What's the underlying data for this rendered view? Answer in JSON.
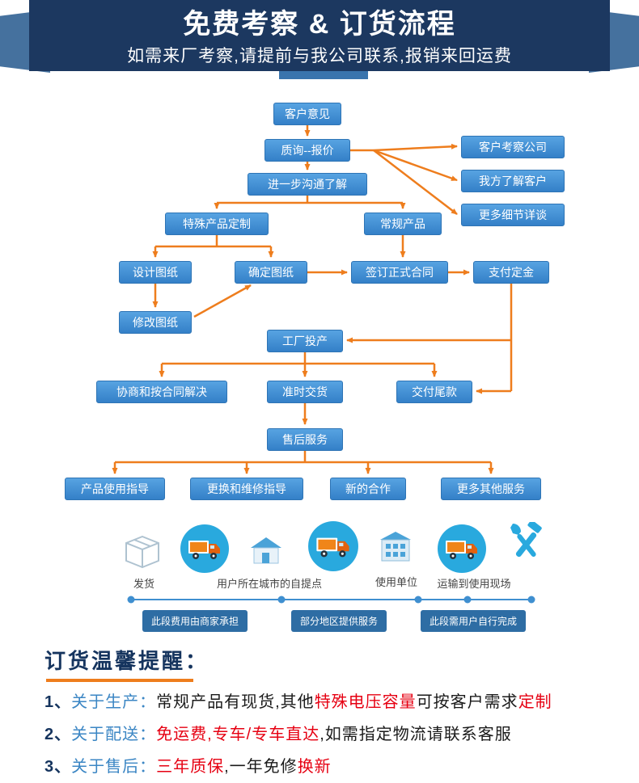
{
  "header": {
    "title": "免费考察 & 订货流程",
    "subtitle": "如需来厂考察,请提前与我公司联系,报销来回运费",
    "band_color": "#1c3860",
    "ribbon_color": "#45719e"
  },
  "flow": {
    "arrow_color": "#ee7d1d",
    "box_color": "#3e8fd4",
    "nodes": {
      "customer_feedback": "客户意见",
      "inquiry_quote": "质询--报价",
      "further_communication": "进一步沟通了解",
      "visit_company": "客户考察公司",
      "know_customer": "我方了解客户",
      "more_details": "更多细节详谈",
      "custom_product": "特殊产品定制",
      "regular_product": "常规产品",
      "design_drawing": "设计图纸",
      "confirm_drawing": "确定图纸",
      "sign_contract": "签订正式合同",
      "pay_deposit": "支付定金",
      "modify_drawing": "修改图纸",
      "factory_production": "工厂投产",
      "negotiate_resolve": "协商和按合同解决",
      "ontime_delivery": "准时交货",
      "pay_balance": "交付尾款",
      "aftersales_service": "售后服务",
      "usage_guidance": "产品使用指导",
      "repair_guidance": "更换和维修指导",
      "new_cooperation": "新的合作",
      "more_services": "更多其他服务"
    }
  },
  "logistics": {
    "accent_color": "#29a9de",
    "labels": {
      "ship": "发货",
      "pickup_point": "用户所在城市的自提点",
      "use_unit": "使用单位",
      "transport_site": "运输到使用现场"
    },
    "timeline_tags": {
      "merchant_cost": "此段费用由商家承担",
      "partial_service": "部分地区提供服务",
      "user_complete": "此段需用户自行完成"
    }
  },
  "reminder": {
    "title": "订货温馨提醒：",
    "accent_color": "#ee7d1d",
    "red_color": "#e60012",
    "items": [
      {
        "num": "1、",
        "label": "关于生产：",
        "segments": [
          {
            "t": "常规产品有现货,其他",
            "c": "dark"
          },
          {
            "t": "特殊电压容量",
            "c": "red"
          },
          {
            "t": "可按客户需求",
            "c": "dark"
          },
          {
            "t": "定制",
            "c": "red"
          }
        ]
      },
      {
        "num": "2、",
        "label": "关于配送：",
        "segments": [
          {
            "t": "免运费,专车/专车直达",
            "c": "red"
          },
          {
            "t": ",如需指定物流请联系客服",
            "c": "dark"
          }
        ]
      },
      {
        "num": "3、",
        "label": "关于售后：",
        "segments": [
          {
            "t": "三年质保",
            "c": "red"
          },
          {
            "t": ",一年免修",
            "c": "dark"
          },
          {
            "t": "换新",
            "c": "red"
          }
        ]
      }
    ]
  }
}
